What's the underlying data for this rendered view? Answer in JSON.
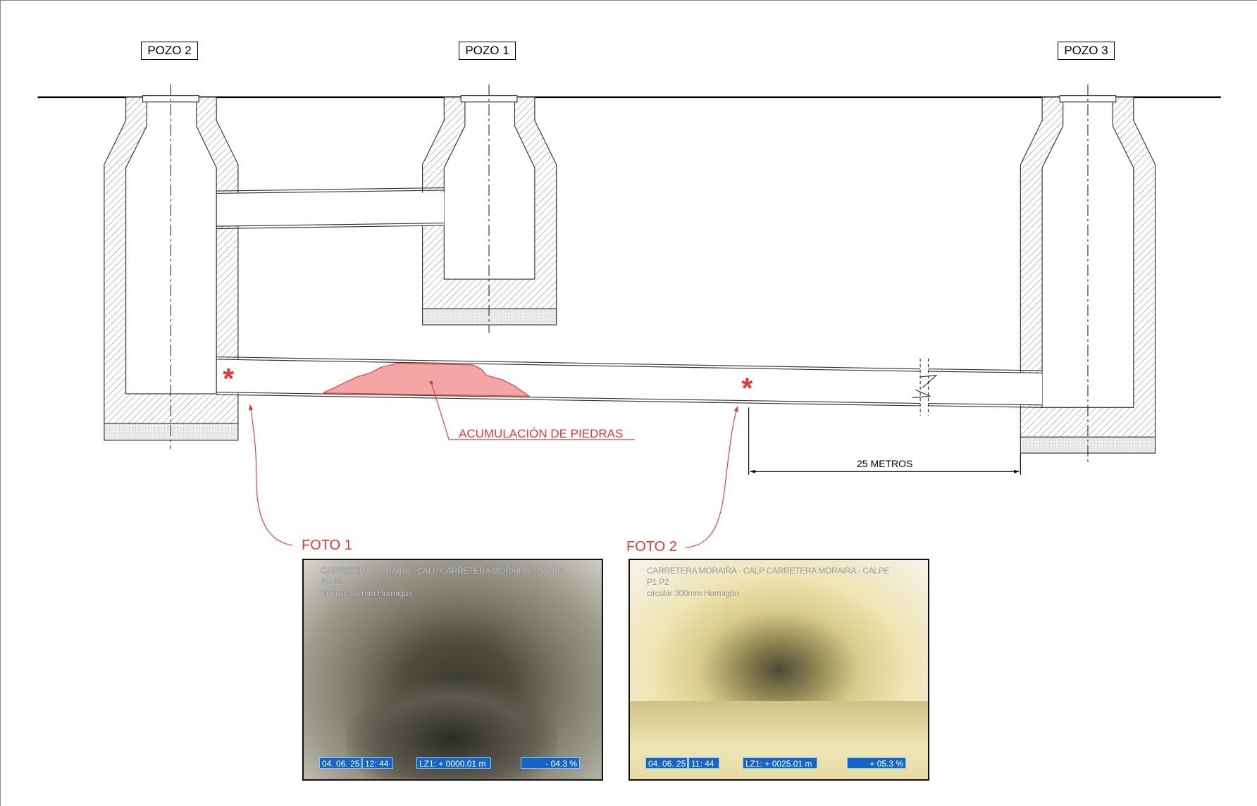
{
  "wells": [
    {
      "label": "POZO 2"
    },
    {
      "label": "POZO 1"
    },
    {
      "label": "POZO 3"
    }
  ],
  "annotation": "ACUMULACIÓN DE PIEDRAS",
  "dimension": "25 METROS",
  "photo_labels": [
    "FOTO 1",
    "FOTO 2"
  ],
  "photos": [
    {
      "line1": "CARRETERA MORAIRA - CALP CARRETERA MORAIRA - CALPE",
      "line2": "P1 P2",
      "line3": "circular 300mm Hormigón",
      "date": "04. 06. 25",
      "time": "12: 44",
      "distance": "LZ1: + 0000.01 m",
      "slope": "- 04.3 %"
    },
    {
      "line1": "CARRETERA MORAIRA - CALP CARRETERA MORAIRA - CALPE",
      "line2": "P1 P2",
      "line3": "circular 300mm Hormigón",
      "date": "04. 06. 25",
      "time": "11: 44",
      "distance": "LZ1: + 0025.01 m",
      "slope": "+ 05.3 %"
    }
  ],
  "colors": {
    "accent": "#e53935",
    "stones": "#f4a6a6",
    "tag": "#1565c8"
  }
}
